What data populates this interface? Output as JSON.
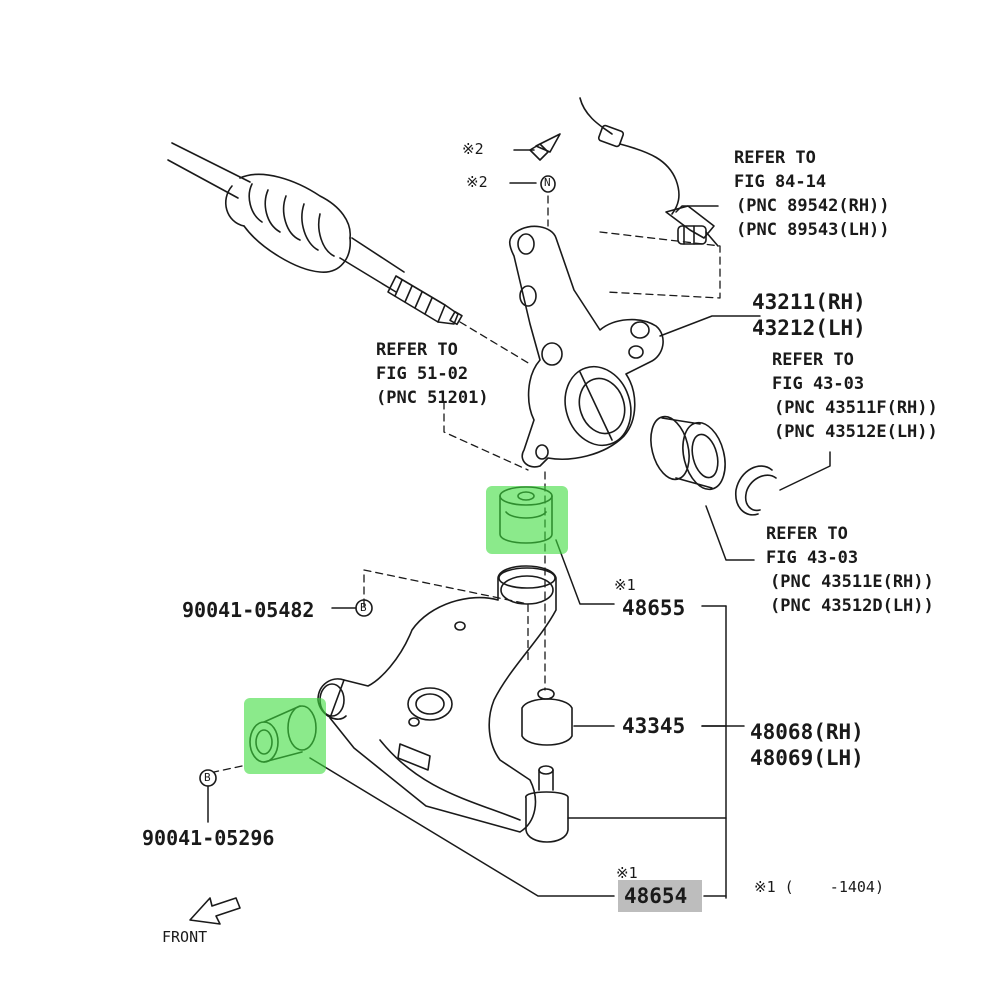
{
  "colors": {
    "line": "#1a1a1a",
    "highlight": "#3ddc3d",
    "part_badge_bg": "#bdbdbd"
  },
  "callouts": {
    "ref_sensor": [
      "REFER TO",
      "FIG 84-14",
      "(PNC 89542(RH))",
      "(PNC 89543(LH))"
    ],
    "ref_driveshaft": [
      "REFER TO",
      "FIG 51-02",
      "(PNC 51201)"
    ],
    "ref_bearing_upper": [
      "REFER TO",
      "FIG 43-03",
      "(PNC 43511F(RH))",
      "(PNC 43512E(LH))"
    ],
    "ref_bearing_lower": [
      "REFER TO",
      "FIG 43-03",
      "(PNC 43511E(RH))",
      "(PNC 43512D(LH))"
    ]
  },
  "parts": {
    "knuckle": [
      "43211(RH)",
      "43212(LH)"
    ],
    "bushing_front": "48655",
    "balljoint": "43345",
    "lower_arm": [
      "48068(RH)",
      "48069(LH)"
    ],
    "bushing_rear": "48654",
    "bolt_b_upper": "90041-05482",
    "bolt_b_lower": "90041-05296"
  },
  "markers": {
    "note2_a": "※2",
    "note2_b": "※2",
    "note1_a": "※1",
    "note1_b": "※1",
    "note1_def": "※1 (    -1404)",
    "b_symbol": "B",
    "n_symbol": "N"
  },
  "front_label": "FRONT"
}
